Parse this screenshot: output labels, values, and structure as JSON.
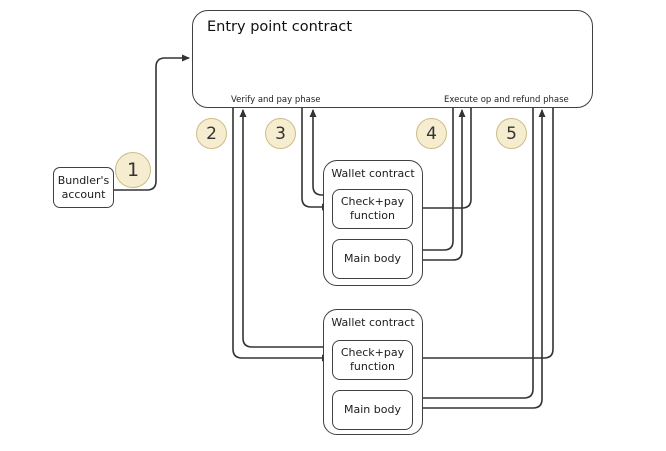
{
  "diagram": {
    "entry_point": {
      "title": "Entry point contract",
      "phase_left": "Verify and pay phase",
      "phase_right": "Execute op and refund phase"
    },
    "bundler": {
      "label_line1": "Bundler's",
      "label_line2": "account"
    },
    "wallets": [
      {
        "title": "Wallet contract",
        "check_pay_line1": "Check+pay",
        "check_pay_line2": "function",
        "main_body": "Main body"
      },
      {
        "title": "Wallet contract",
        "check_pay_line1": "Check+pay",
        "check_pay_line2": "function",
        "main_body": "Main body"
      }
    ],
    "step_badges": [
      "1",
      "2",
      "3",
      "4",
      "5"
    ],
    "colors": {
      "line": "#333333",
      "box_border": "#404040",
      "box_fill": "#ffffff",
      "badge_fill": "#f6ecd0",
      "badge_border": "#cdbc85"
    }
  }
}
